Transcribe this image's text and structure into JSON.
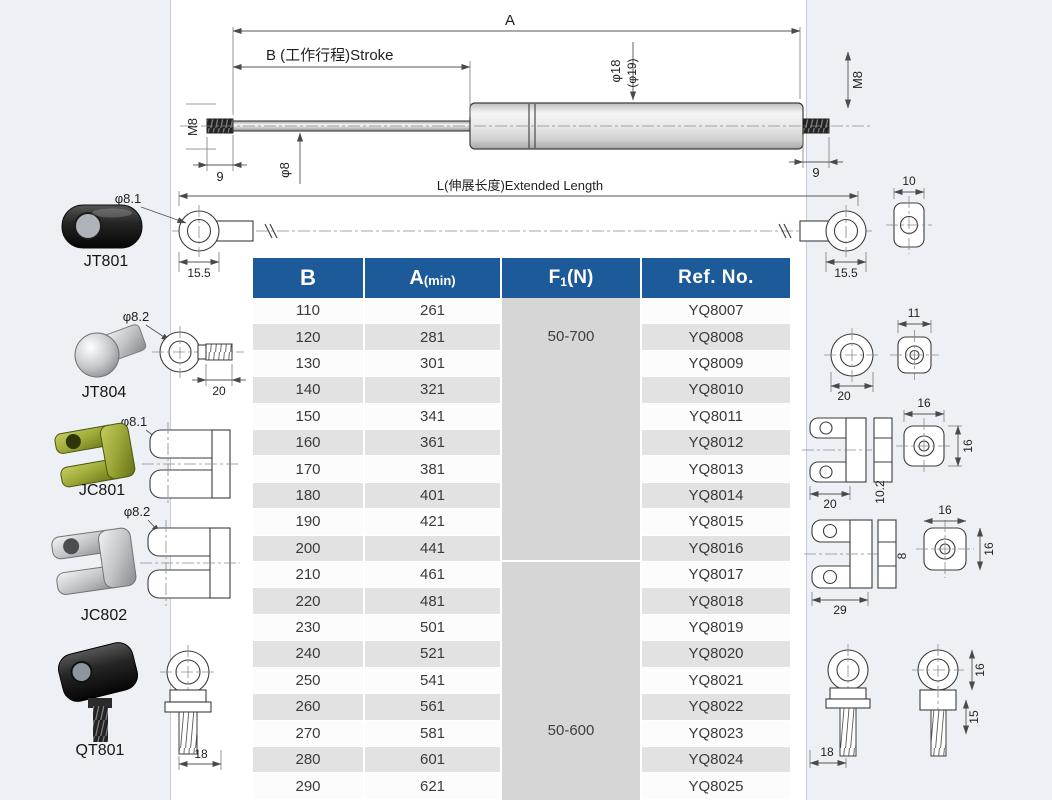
{
  "dims": {
    "a": "A",
    "b_stroke": "B (工作行程)Stroke",
    "l_extended": "L(伸展长度)Extended Length",
    "m8": "M8",
    "phi8": "φ8",
    "phi18": "φ18",
    "phi19": "(φ19)",
    "nine": "9",
    "d10": "10",
    "d155": "15.5",
    "phi81": "φ8.1",
    "phi82": "φ8.2",
    "d20": "20",
    "d11": "11",
    "d16": "16",
    "d102": "10.2",
    "d8": "8",
    "d29": "29",
    "d15": "15",
    "d18": "18"
  },
  "fittings": {
    "jt801": "JT801",
    "jt804": "JT804",
    "jc801": "JC801",
    "jc802": "JC802",
    "qt801": "QT801"
  },
  "table": {
    "header": {
      "b": "B",
      "a_main": "A",
      "a_sub": "(min)",
      "f_main": "F",
      "f_sub": "1",
      "f_suffix": "(N)",
      "ref": "Ref. No."
    },
    "f_groups": [
      {
        "label": "50-700",
        "row_span": 10
      },
      {
        "label": "50-600",
        "row_span": 9
      }
    ],
    "rows": [
      {
        "b": "110",
        "a": "261",
        "ref": "YQ8007"
      },
      {
        "b": "120",
        "a": "281",
        "ref": "YQ8008"
      },
      {
        "b": "130",
        "a": "301",
        "ref": "YQ8009"
      },
      {
        "b": "140",
        "a": "321",
        "ref": "YQ8010"
      },
      {
        "b": "150",
        "a": "341",
        "ref": "YQ8011"
      },
      {
        "b": "160",
        "a": "361",
        "ref": "YQ8012"
      },
      {
        "b": "170",
        "a": "381",
        "ref": "YQ8013"
      },
      {
        "b": "180",
        "a": "401",
        "ref": "YQ8014"
      },
      {
        "b": "190",
        "a": "421",
        "ref": "YQ8015"
      },
      {
        "b": "200",
        "a": "441",
        "ref": "YQ8016"
      },
      {
        "b": "210",
        "a": "461",
        "ref": "YQ8017"
      },
      {
        "b": "220",
        "a": "481",
        "ref": "YQ8018"
      },
      {
        "b": "230",
        "a": "501",
        "ref": "YQ8019"
      },
      {
        "b": "240",
        "a": "521",
        "ref": "YQ8020"
      },
      {
        "b": "250",
        "a": "541",
        "ref": "YQ8021"
      },
      {
        "b": "260",
        "a": "561",
        "ref": "YQ8022"
      },
      {
        "b": "270",
        "a": "581",
        "ref": "YQ8023"
      },
      {
        "b": "280",
        "a": "601",
        "ref": "YQ8024"
      },
      {
        "b": "290",
        "a": "621",
        "ref": "YQ8025"
      }
    ]
  },
  "colors": {
    "header_bg": "#1d5a9a",
    "row_alt": "#e2e2e2",
    "f_col_bg": "#d6d6d6",
    "clevis_green": "#9aa636"
  }
}
